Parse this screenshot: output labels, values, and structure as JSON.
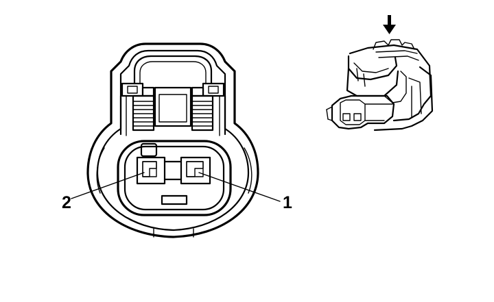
{
  "pins": [
    {
      "id": "pin-1",
      "label": "1"
    },
    {
      "id": "pin-2",
      "label": "2"
    }
  ],
  "insertion_arrow_icon": "down-arrow-icon",
  "colors": {
    "line": "#000000",
    "background": "#ffffff"
  }
}
